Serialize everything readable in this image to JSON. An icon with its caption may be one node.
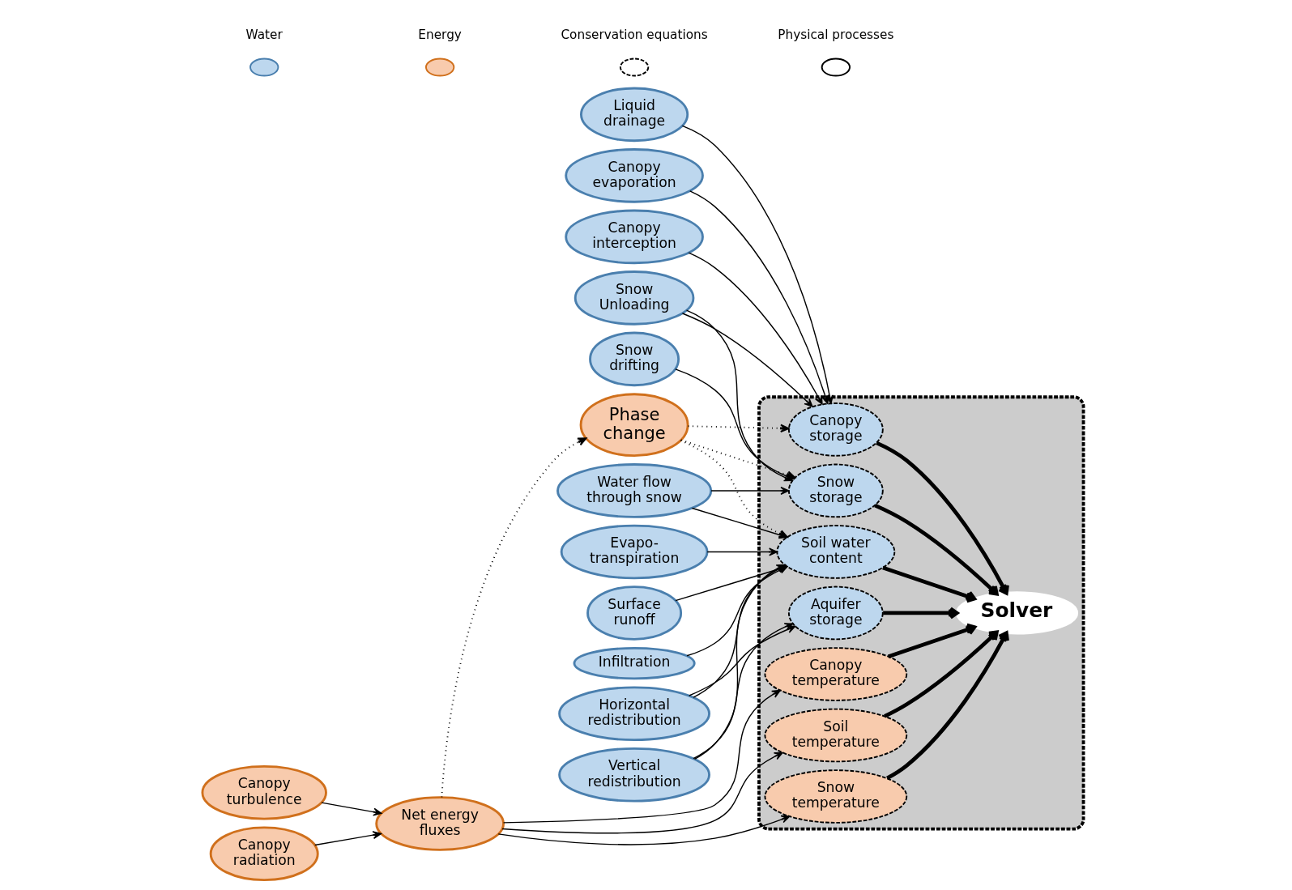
{
  "diagram": {
    "nodes": [
      {
        "text": [
          "Canopy turbulence"
        ]
      },
      {
        "text": [
          "Canopy radiation"
        ]
      },
      {
        "text": [
          "Net energy fluxes"
        ]
      },
      {
        "text": [],
        "shape": "ellipse"
      },
      {
        "text": [
          "Snow temperature"
        ],
        "in": 3
      },
      {
        "text": [
          "Canopy temperature"
        ],
        "in": 3
      },
      {
        "text": [
          "Soil temperature"
        ],
        "in": 3
      },
      {
        "text": [
          "Solver"
        ],
        "in": 3
      },
      {
        "text": [
          "Canopy storage"
        ],
        "in": 3
      },
      {
        "text": [
          "Aquifer storage"
        ],
        "in": 3
      },
      {
        "text": [
          "Snow storage"
        ],
        "in": 3
      },
      {
        "text": [
          "Soil water content"
        ],
        "in": 3
      },
      {
        "text": [
          "Canopy evaporation"
        ]
      },
      {
        "text": [
          "Canopy interception"
        ]
      },
      {
        "text": [
          "Liquid drainage"
        ]
      },
      {
        "text": [
          "Snow Unloading"
        ]
      },
      {
        "text": [
          "Snow drifting"
        ]
      },
      {
        "text": [
          "Water flow through snow"
        ]
      },
      {
        "text": [
          "Phase change"
        ]
      },
      {
        "text": [
          "Evapo- transpiration"
        ]
      },
      {
        "text": [
          "Surface runoff"
        ]
      },
      {
        "text": [
          "Infiltration"
        ]
      },
      {
        "text": [
          "Vertical redistribution"
        ]
      },
      {
        "text": [
          "Horizontal redistribution"
        ]
      }
    ],
    "edges": [
      {
        "from": 0,
        "to": 2,
        "arrow": "to"
      },
      {
        "from": 1,
        "to": 2,
        "arrow": "to"
      },
      {
        "from": 2,
        "to": 5,
        "arrow": "to"
      },
      {
        "from": 2,
        "to": 4,
        "arrow": "to"
      },
      {
        "from": 2,
        "to": 6,
        "arrow": "to"
      },
      {
        "from": 2,
        "to": 18,
        "arrow": "to",
        "style": "dashed"
      },
      {
        "from": 5,
        "to": 7,
        "arrow": "to",
        "style": "thick"
      },
      {
        "from": 4,
        "to": 7,
        "arrow": "to",
        "style": "thick"
      },
      {
        "from": 6,
        "to": 7,
        "arrow": "to",
        "style": "thick"
      },
      {
        "from": 8,
        "to": 7,
        "arrow": "to",
        "style": "thick"
      },
      {
        "from": 9,
        "to": 7,
        "arrow": "to",
        "style": "thick"
      },
      {
        "from": 10,
        "to": 7,
        "arrow": "to",
        "style": "thick"
      },
      {
        "from": 11,
        "to": 7,
        "arrow": "to",
        "style": "thick"
      },
      {
        "from": 12,
        "to": 8,
        "arrow": "to"
      },
      {
        "from": 13,
        "to": 8,
        "arrow": "to"
      },
      {
        "from": 14,
        "to": 8,
        "arrow": "to"
      },
      {
        "from": 15,
        "to": 8,
        "arrow": "to"
      },
      {
        "from": 15,
        "to": 10,
        "arrow": "to"
      },
      {
        "from": 16,
        "to": 10,
        "arrow": "to"
      },
      {
        "from": 17,
        "to": 10,
        "arrow": "to"
      },
      {
        "from": 17,
        "to": 11,
        "arrow": "to"
      },
      {
        "from": 18,
        "to": 8,
        "arrow": "to",
        "style": "dashed"
      },
      {
        "from": 18,
        "to": 10,
        "arrow": "to",
        "style": "dashed"
      },
      {
        "from": 18,
        "to": 11,
        "arrow": "to",
        "style": "dashed"
      },
      {
        "from": 19,
        "to": 11,
        "arrow": "to"
      },
      {
        "from": 20,
        "to": 11,
        "arrow": "to"
      },
      {
        "from": 21,
        "to": 11,
        "arrow": "to"
      },
      {
        "from": 22,
        "to": 11,
        "arrow": "to"
      },
      {
        "from": 22,
        "to": 9,
        "arrow": "to"
      },
      {
        "from": 23,
        "to": 9,
        "arrow": "to"
      },
      {
        "from": 23,
        "to": 11,
        "arrow": "to"
      }
    ],
    "legend": [
      {
        "text": "Water",
        "color": "#bdd7ee"
      },
      {
        "text": "Energy",
        "color": "#f8cbad"
      },
      {
        "text": "Conservation equations"
      },
      {
        "text": "Physical processes"
      }
    ]
  }
}
